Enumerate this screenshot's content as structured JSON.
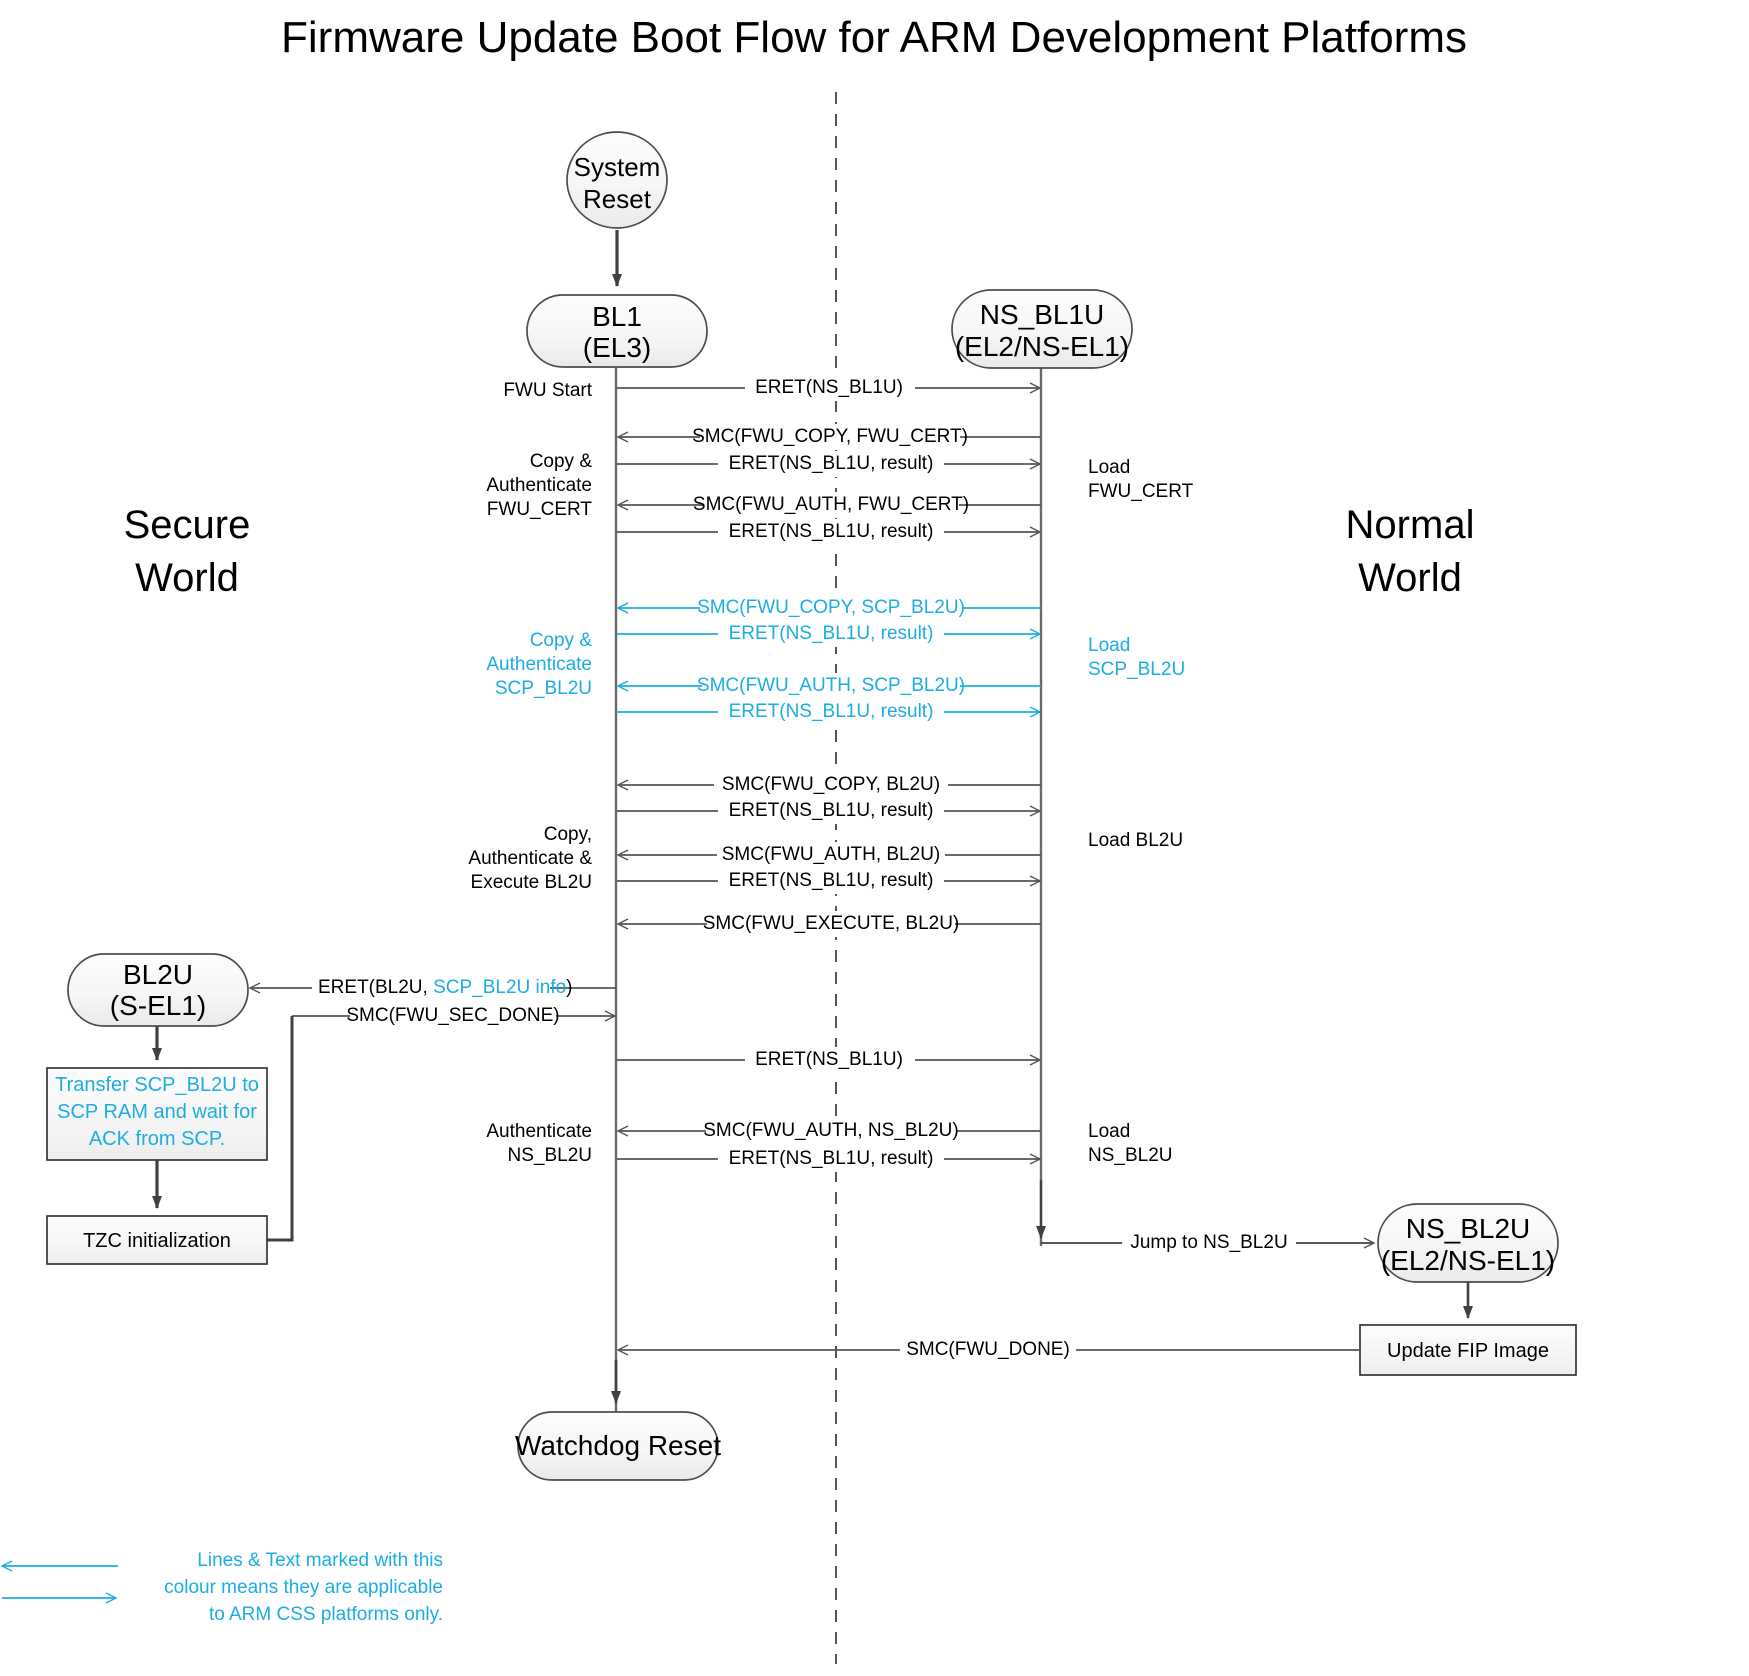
{
  "title": "Firmware Update Boot Flow for ARM Development Platforms",
  "colors": {
    "accent_blue": "#1BADE4",
    "line_black": "#404040",
    "line_gray": "#595959",
    "node_fill_top": "#FBFBFB",
    "node_fill_bottom": "#EFEFEF",
    "text_black": "#000000"
  },
  "worlds": {
    "secure": "Secure\nWorld",
    "secure_line1": "Secure",
    "secure_line2": "World",
    "normal_line1": "Normal",
    "normal_line2": "World"
  },
  "nodes": {
    "system_reset": {
      "line1": "System",
      "line2": "Reset"
    },
    "bl1": {
      "line1": "BL1",
      "line2": "(EL3)"
    },
    "ns_bl1u": {
      "line1": "NS_BL1U",
      "line2": "(EL2/NS-EL1)"
    },
    "bl2u": {
      "line1": "BL2U",
      "line2": "(S-EL1)"
    },
    "ns_bl2u": {
      "line1": "NS_BL2U",
      "line2": "(EL2/NS-EL1)"
    },
    "watchdog_reset": {
      "line1": "Watchdog Reset"
    },
    "transfer_box": {
      "line1": "Transfer SCP_BL2U to",
      "line2": "SCP RAM and wait for",
      "line3": "ACK from SCP."
    },
    "tzc_box": {
      "line1": "TZC initialization"
    },
    "update_fip_box": {
      "line1": "Update FIP Image"
    }
  },
  "messages": [
    {
      "id": "m1",
      "label": "ERET(NS_BL1U)",
      "color": "black"
    },
    {
      "id": "m2",
      "label": "SMC(FWU_COPY, FWU_CERT)",
      "color": "black"
    },
    {
      "id": "m3",
      "label": "ERET(NS_BL1U, result)",
      "color": "black"
    },
    {
      "id": "m4",
      "label": "SMC(FWU_AUTH, FWU_CERT)",
      "color": "black"
    },
    {
      "id": "m5",
      "label": "ERET(NS_BL1U, result)",
      "color": "black"
    },
    {
      "id": "m6",
      "label": "SMC(FWU_COPY, SCP_BL2U)",
      "color": "blue"
    },
    {
      "id": "m7",
      "label": "ERET(NS_BL1U, result)",
      "color": "blue"
    },
    {
      "id": "m8",
      "label": "SMC(FWU_AUTH, SCP_BL2U)",
      "color": "blue"
    },
    {
      "id": "m9",
      "label": "ERET(NS_BL1U, result)",
      "color": "blue"
    },
    {
      "id": "m10",
      "label": "SMC(FWU_COPY, BL2U)",
      "color": "black"
    },
    {
      "id": "m11",
      "label": "ERET(NS_BL1U, result)",
      "color": "black"
    },
    {
      "id": "m12",
      "label": "SMC(FWU_AUTH, BL2U)",
      "color": "black"
    },
    {
      "id": "m13",
      "label": "ERET(NS_BL1U, result)",
      "color": "black"
    },
    {
      "id": "m14",
      "label": "SMC(FWU_EXECUTE, BL2U)",
      "color": "black"
    },
    {
      "id": "m15",
      "label": "ERET(BL2U, ",
      "label_blue": "SCP_BL2U info",
      "label_tail": ")",
      "color": "black"
    },
    {
      "id": "m16",
      "label": "SMC(FWU_SEC_DONE)",
      "color": "black"
    },
    {
      "id": "m17",
      "label": "ERET(NS_BL1U)",
      "color": "black"
    },
    {
      "id": "m18",
      "label": "SMC(FWU_AUTH, NS_BL2U)",
      "color": "black"
    },
    {
      "id": "m19",
      "label": "ERET(NS_BL1U, result)",
      "color": "black"
    },
    {
      "id": "m20",
      "label": "Jump to NS_BL2U",
      "color": "black"
    },
    {
      "id": "m21",
      "label": "SMC(FWU_DONE)",
      "color": "black"
    }
  ],
  "annotations_left": [
    {
      "id": "a1",
      "lines": [
        "FWU Start"
      ],
      "color": "black"
    },
    {
      "id": "a2",
      "lines": [
        "Copy &",
        "Authenticate",
        "FWU_CERT"
      ],
      "color": "black"
    },
    {
      "id": "a3",
      "lines": [
        "Copy &",
        "Authenticate",
        "SCP_BL2U"
      ],
      "color": "blue"
    },
    {
      "id": "a4",
      "lines": [
        "Copy,",
        "Authenticate &",
        "Execute BL2U"
      ],
      "color": "black"
    },
    {
      "id": "a5",
      "lines": [
        "Authenticate",
        "NS_BL2U"
      ],
      "color": "black"
    }
  ],
  "annotations_right": [
    {
      "id": "b1",
      "lines": [
        "Load",
        "FWU_CERT"
      ],
      "color": "black"
    },
    {
      "id": "b2",
      "lines": [
        "Load",
        "SCP_BL2U"
      ],
      "color": "blue"
    },
    {
      "id": "b3",
      "lines": [
        "Load BL2U"
      ],
      "color": "black"
    },
    {
      "id": "b4",
      "lines": [
        "Load",
        "NS_BL2U"
      ],
      "color": "black"
    }
  ],
  "legend": {
    "line1": "Lines & Text marked with this",
    "line2": "colour means they are applicable",
    "line3": "to ARM CSS platforms only."
  }
}
